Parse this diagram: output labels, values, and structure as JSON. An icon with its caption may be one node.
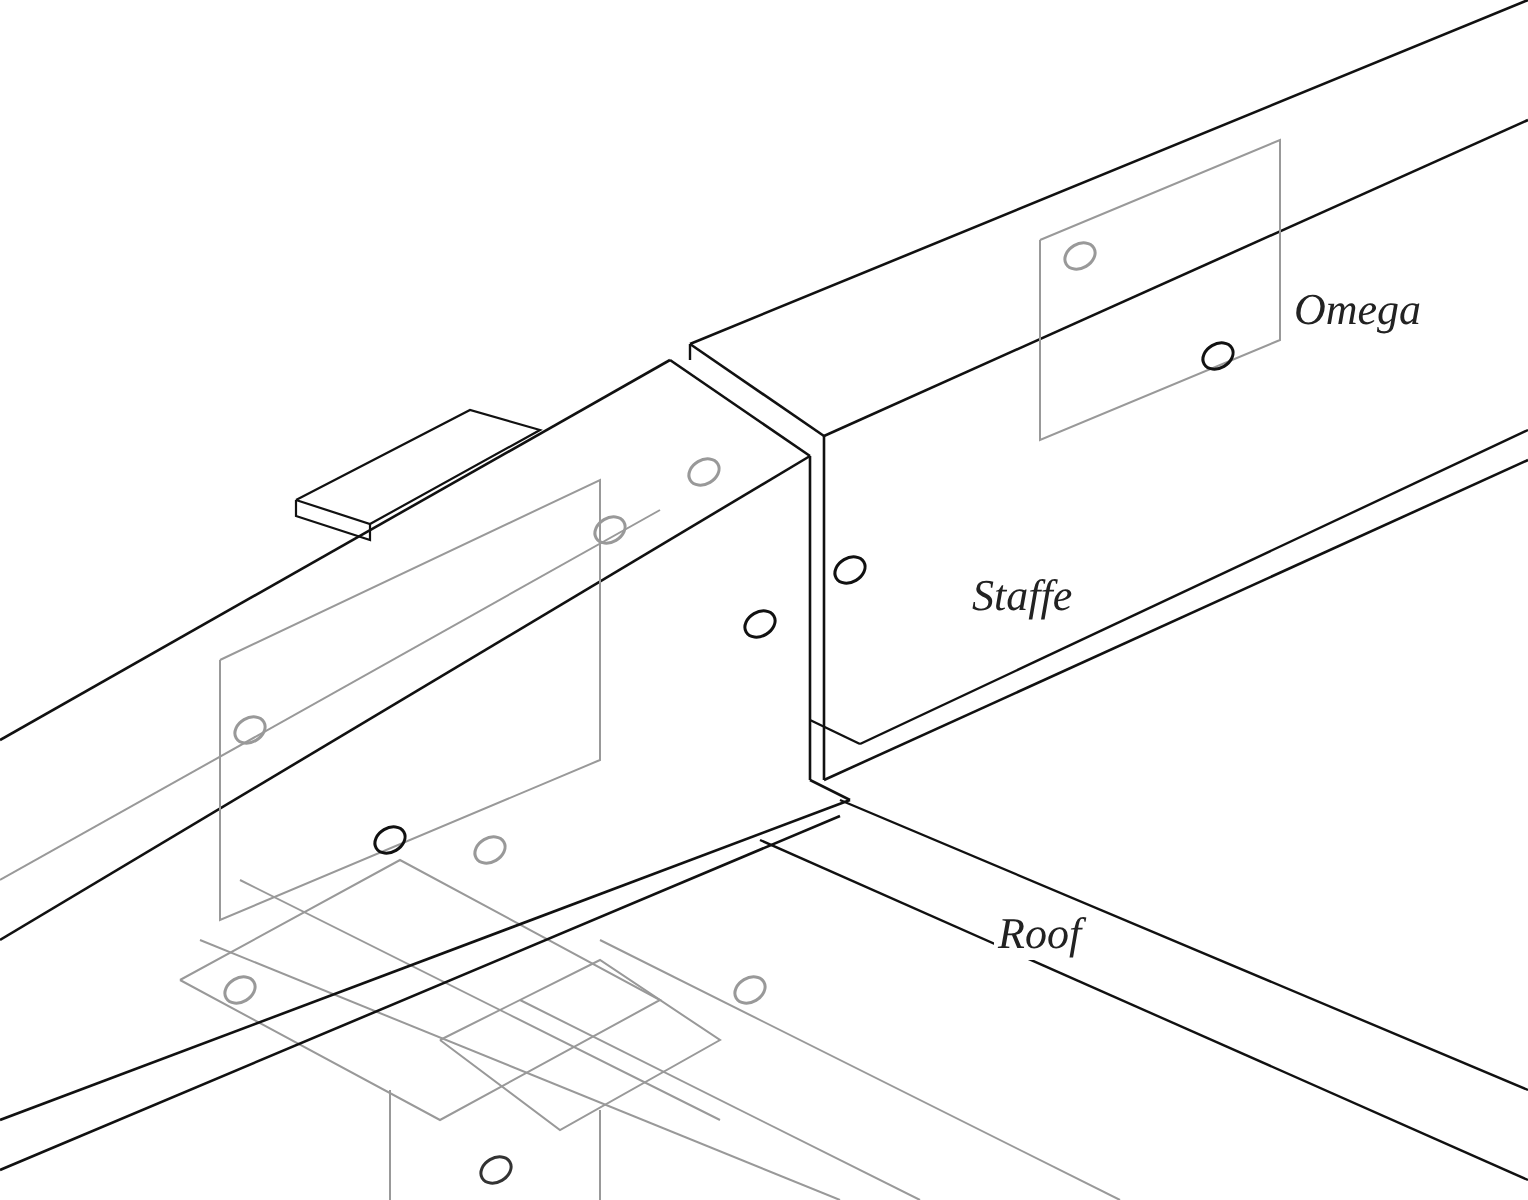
{
  "diagram": {
    "labels": [
      "Omega",
      "Staffe",
      "Roof"
    ]
  }
}
